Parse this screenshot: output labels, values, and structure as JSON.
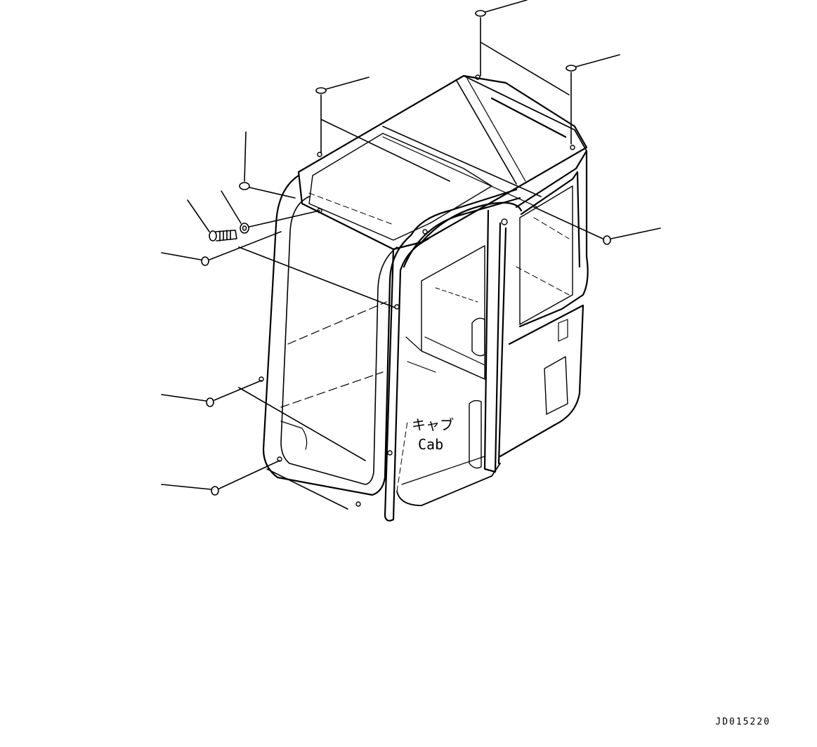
{
  "diagram": {
    "part_label_jp": "キャブ",
    "part_label_en": "Cab",
    "document_code": "JD015220"
  },
  "colors": {
    "line": "#000000",
    "background": "#ffffff"
  }
}
